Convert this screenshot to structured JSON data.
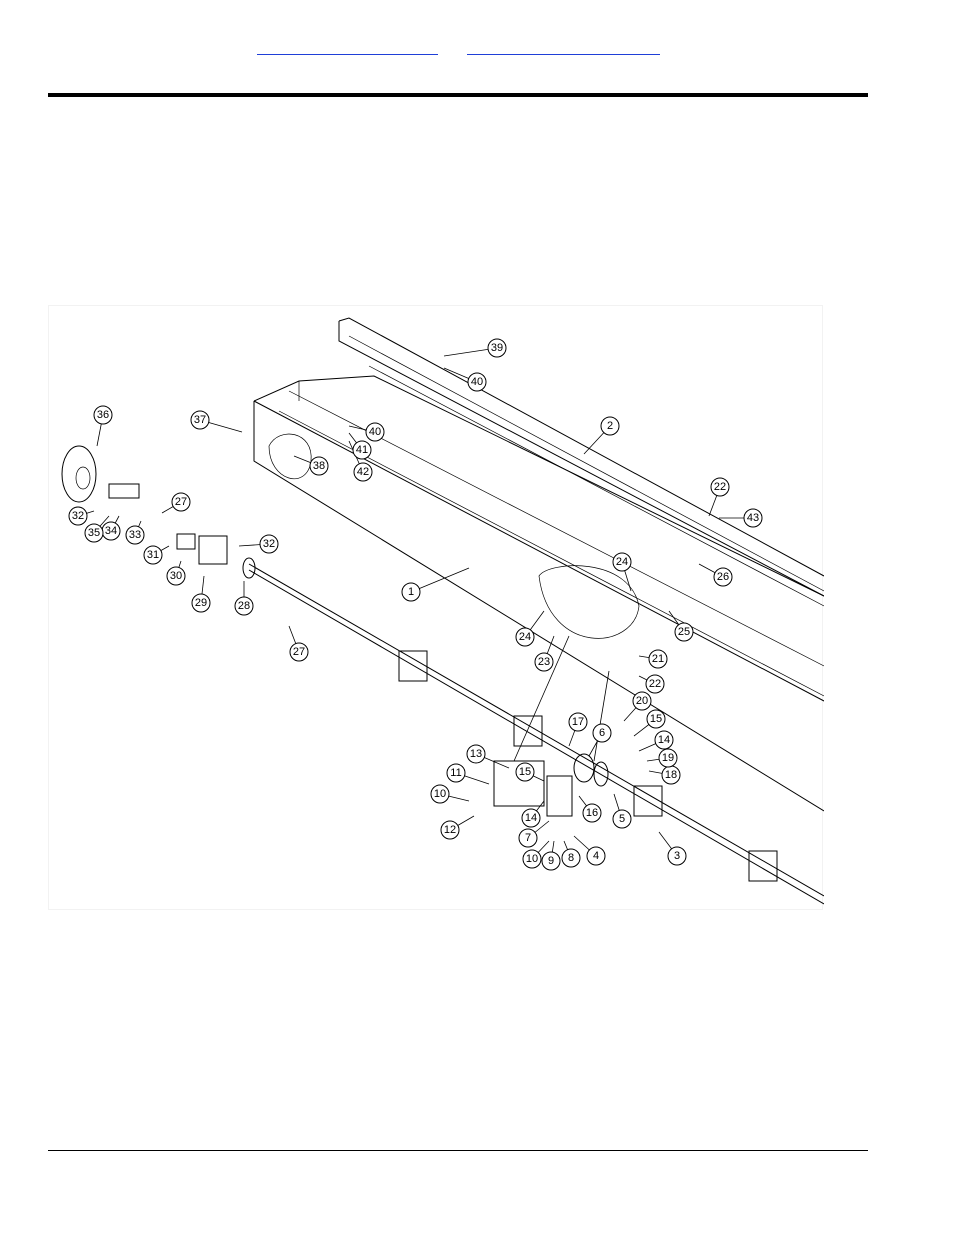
{
  "header": {
    "links": [
      "",
      ""
    ]
  },
  "diagram": {
    "callouts": [
      "1",
      "2",
      "3",
      "4",
      "5",
      "7",
      "8",
      "9",
      "10",
      "10",
      "11",
      "12",
      "13",
      "14",
      "14",
      "15",
      "15",
      "16",
      "17",
      "18",
      "19",
      "20",
      "21",
      "22",
      "22",
      "23",
      "24",
      "24",
      "25",
      "26",
      "27",
      "27",
      "28",
      "29",
      "30",
      "31",
      "32",
      "32",
      "33",
      "34",
      "35",
      "36",
      "37",
      "38",
      "39",
      "40",
      "40",
      "41",
      "42",
      "43",
      "6"
    ]
  }
}
